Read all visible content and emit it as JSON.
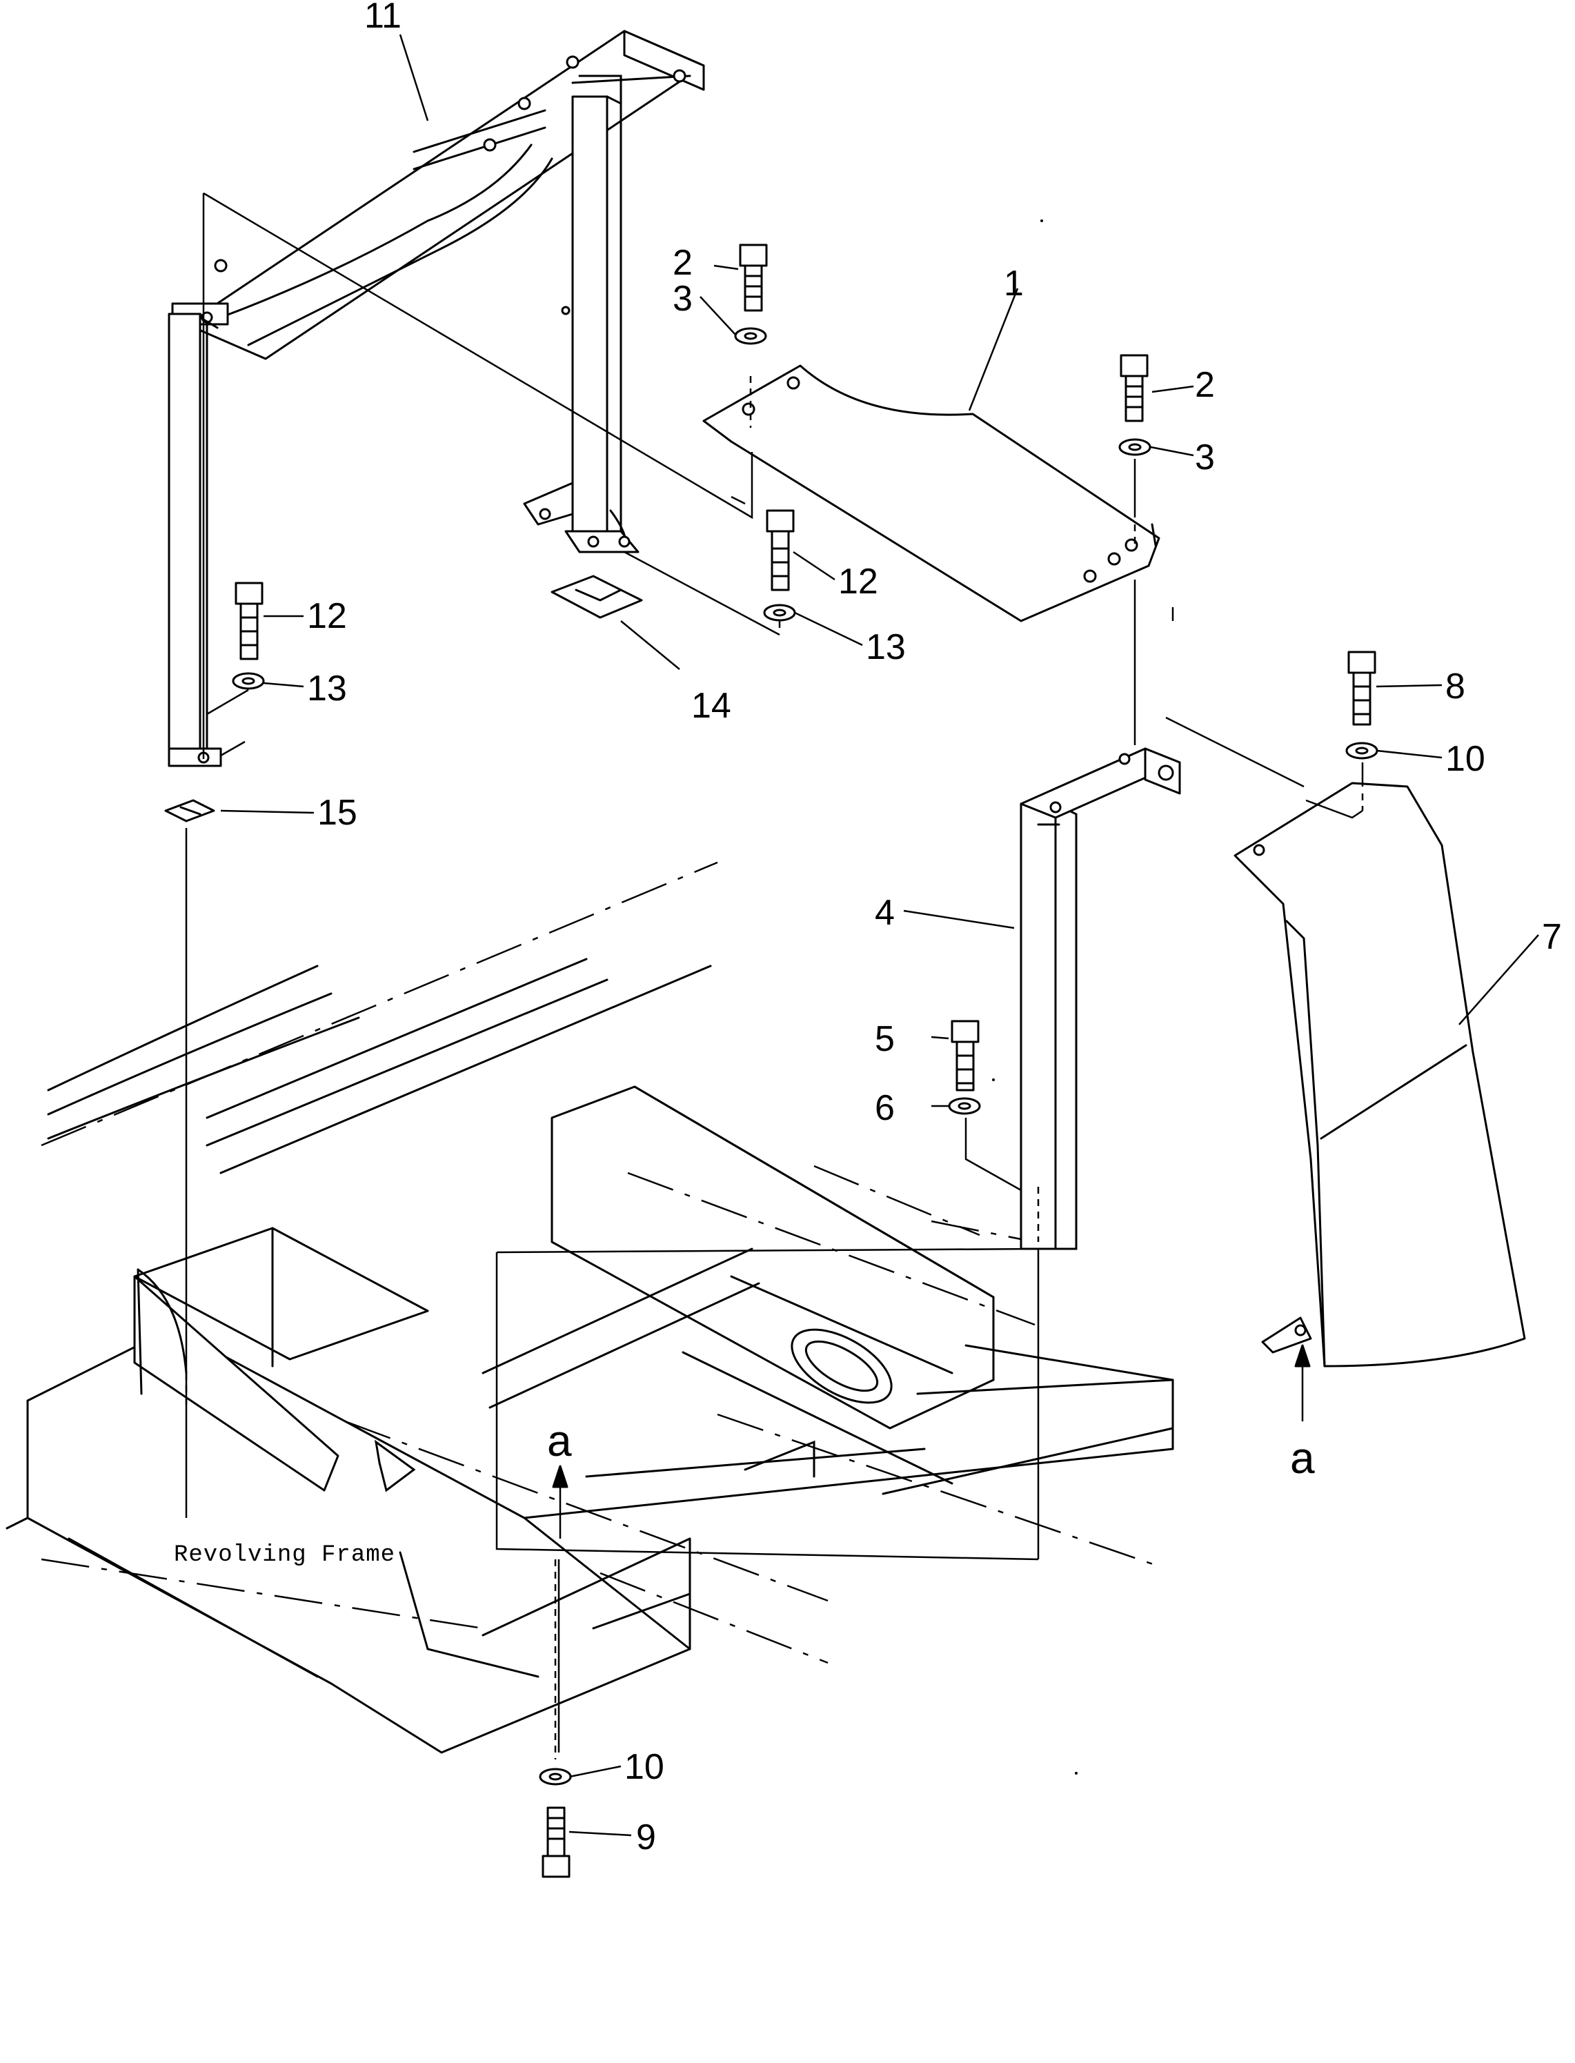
{
  "callouts": {
    "c11": "11",
    "c2a": "2",
    "c3a": "3",
    "c1": "1",
    "c2b": "2",
    "c3b": "3",
    "c12a": "12",
    "c13a": "13",
    "c12b": "12",
    "c13b": "13",
    "c14": "14",
    "c15": "15",
    "c8": "8",
    "c10a": "10",
    "c4": "4",
    "c7": "7",
    "c5": "5",
    "c6": "6",
    "c10b": "10",
    "c9": "9"
  },
  "view_arrows": {
    "left": "a",
    "right": "a"
  },
  "labels": {
    "revolving_frame": "Revolving  Frame"
  }
}
